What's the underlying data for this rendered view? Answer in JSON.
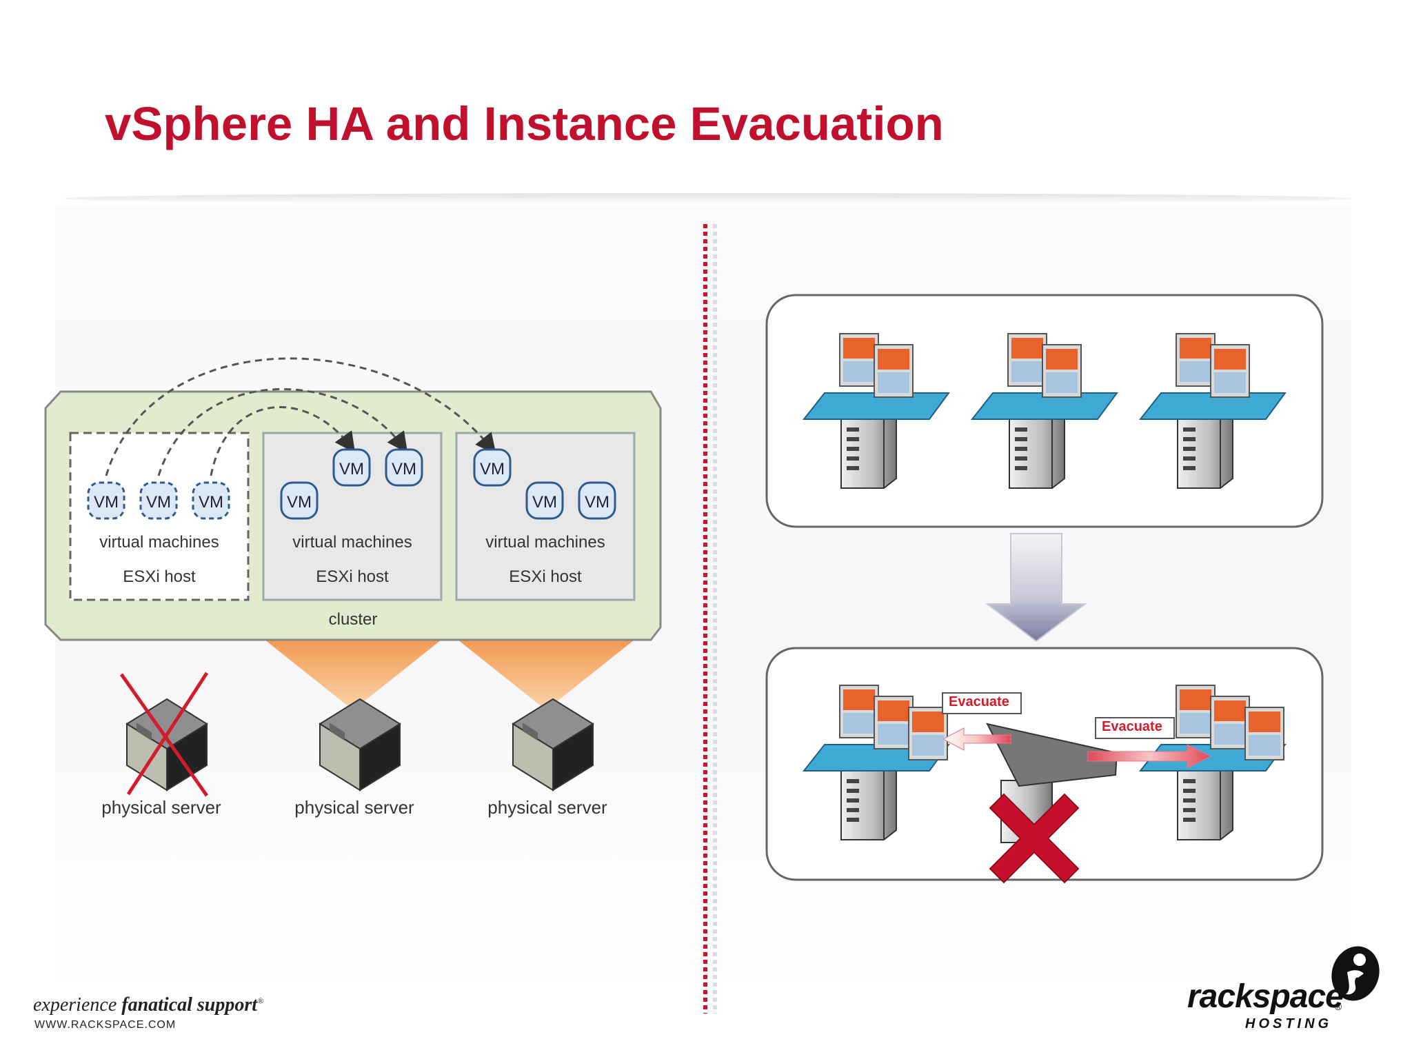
{
  "slide": {
    "title": "vSphere HA and Instance Evacuation"
  },
  "left_diagram": {
    "vm_label": "VM",
    "hosts": [
      {
        "vms_label": "virtual machines",
        "host_label": "ESXi host"
      },
      {
        "vms_label": "virtual machines",
        "host_label": "ESXi host"
      },
      {
        "vms_label": "virtual machines",
        "host_label": "ESXi host"
      }
    ],
    "cluster_label": "cluster",
    "servers": [
      {
        "label": "physical server"
      },
      {
        "label": "physical server"
      },
      {
        "label": "physical server"
      }
    ]
  },
  "right_diagram": {
    "evacuate_labels": [
      "Evacuate",
      "Evacuate"
    ]
  },
  "footer": {
    "tagline_prefix": "experience ",
    "tagline_bold": "fanatical support",
    "tagline_mark": "®",
    "website": "WWW.RACKSPACE.COM"
  },
  "brand": {
    "name": "rackspace",
    "registered": "®",
    "sub": "HOSTING"
  },
  "colors": {
    "title_red": "#c0102e",
    "cluster_green": "#e3ebce",
    "vm_blue": "#2e5a8e",
    "cross_red": "#c8102e",
    "beam_orange": "#f29a52"
  }
}
